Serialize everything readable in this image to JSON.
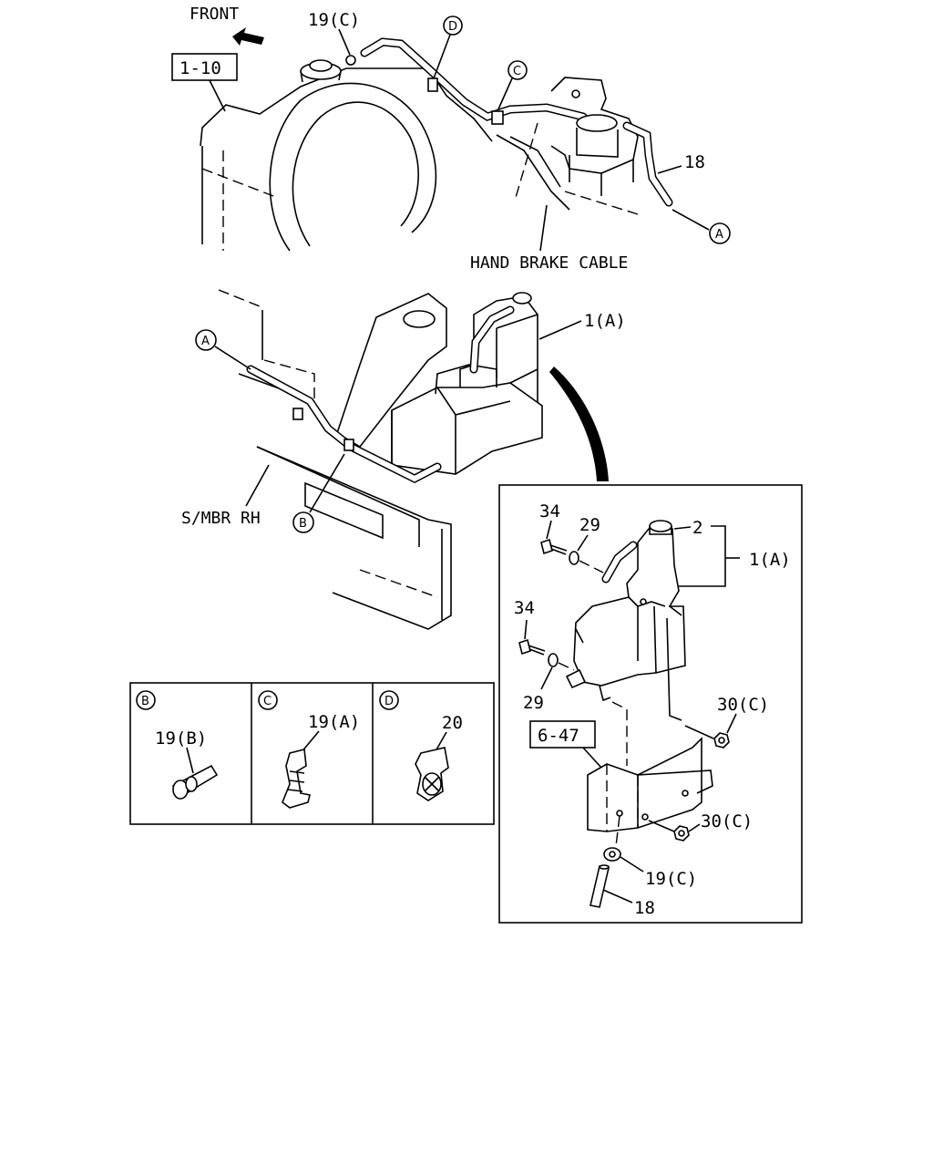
{
  "top_view": {
    "front_label": "FRONT",
    "ref_1_10": "1-10",
    "callout_19c": "19(C)",
    "circle_d": "D",
    "circle_c": "C",
    "callout_18": "18",
    "circle_a": "A",
    "hand_brake_label": "HAND BRAKE CABLE"
  },
  "middle_view": {
    "callout_1a": "1(A)",
    "circle_a": "A",
    "smbr_label": "S/MBR RH",
    "circle_b": "B"
  },
  "clip_details": {
    "b": {
      "circle": "B",
      "part": "19(B)"
    },
    "c": {
      "circle": "C",
      "part": "19(A)"
    },
    "d": {
      "circle": "D",
      "part": "20"
    }
  },
  "detail_box": {
    "callout_34_top": "34",
    "callout_29_top": "29",
    "callout_2": "2",
    "callout_1a": "1(A)",
    "callout_34_mid": "34",
    "callout_29_mid": "29",
    "callout_30c_top": "30(C)",
    "ref_6_47": "6-47",
    "callout_30c_bottom": "30(C)",
    "callout_19c": "19(C)",
    "callout_18": "18"
  }
}
